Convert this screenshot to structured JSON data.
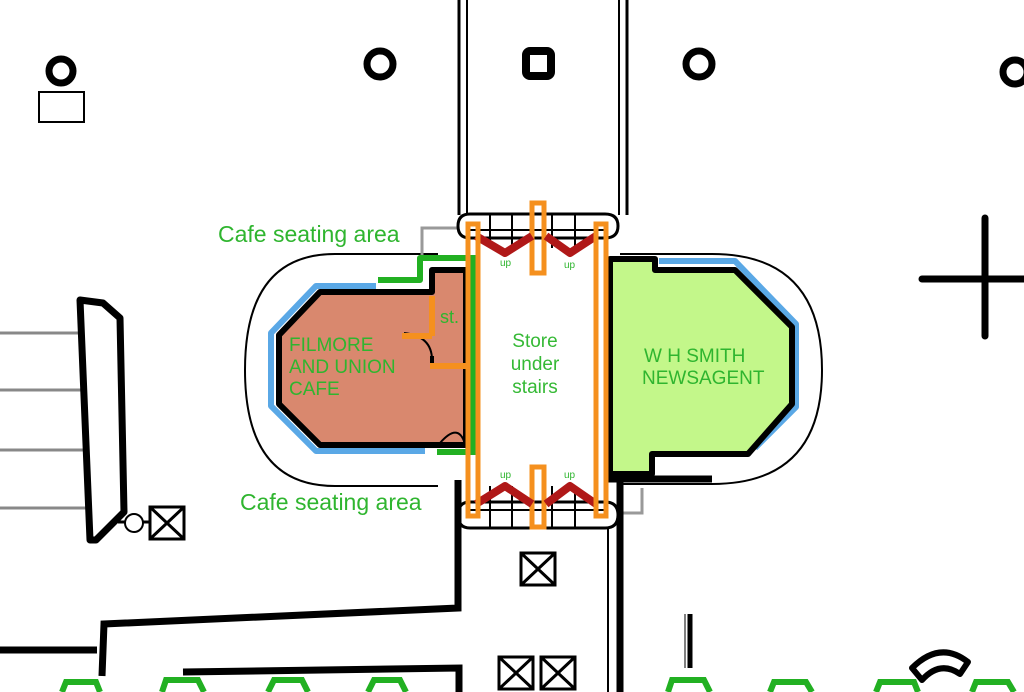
{
  "labels": {
    "cafe_seating_top": "Cafe seating area",
    "cafe_seating_bottom": "Cafe seating area",
    "cafe_name_line1": "FILMORE",
    "cafe_name_line2": "AND UNION",
    "cafe_name_line3": "CAFE",
    "stairs_abbrev": "st.",
    "store_line1": "Store",
    "store_line2": "under",
    "store_line3": "stairs",
    "shop_name_line1": "W H SMITH",
    "shop_name_line2": "NEWSAGENT",
    "up_labels": [
      "up",
      "up",
      "up",
      "up"
    ]
  },
  "colors": {
    "cafe_fill": "#d9886e",
    "shop_fill": "#c3f78a",
    "label_green": "#2fb52f",
    "outline_green": "#22b022",
    "stair_orange": "#f5901e",
    "stair_arrow_red": "#b01818",
    "window_blue": "#5aa8e6",
    "wall_black": "#000000"
  }
}
